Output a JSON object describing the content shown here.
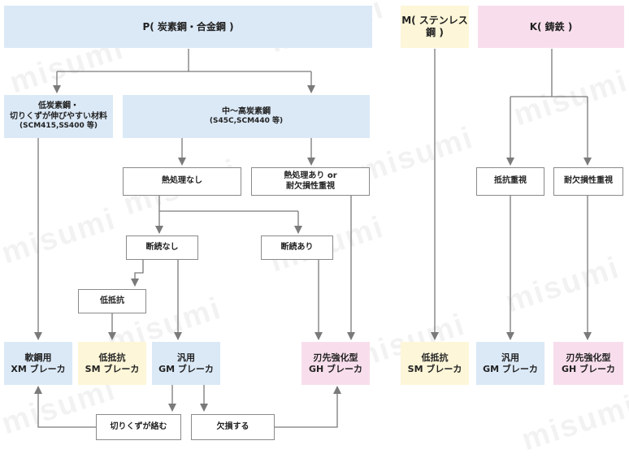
{
  "categories": {
    "p": "P( 炭素鋼・合金鋼 )",
    "m": "M( ステンレス鋼 )",
    "k": "K( 鋳鉄 )"
  },
  "p_branch": {
    "low_carbon": [
      "低炭素鋼・",
      "切りくずが伸びやすい材料",
      "(SCM415,SS400 等)"
    ],
    "mid_high_carbon": [
      "中～高炭素鋼",
      "(S45C,SCM440 等)"
    ],
    "no_heat": "熱処理なし",
    "heat_or_wear": [
      "熱処理あり or",
      "耐欠損性重視"
    ],
    "no_interrupt": "断続なし",
    "interrupt": "断続あり",
    "low_resistance": "低抵抗"
  },
  "k_branch": {
    "low_resist_priority": "抵抗重視",
    "wear_priority": "耐欠損性重視"
  },
  "results": {
    "xm": [
      "軟鋼用",
      "XM ブレーカ"
    ],
    "sm": [
      "低抵抗",
      "SM ブレーカ"
    ],
    "gm": [
      "汎用",
      "GM ブレーカ"
    ],
    "gh": [
      "刃先強化型",
      "GH ブレーカ"
    ],
    "m_sm": [
      "低抵抗",
      "SM ブレーカ"
    ],
    "k_gm": [
      "汎用",
      "GM ブレーカ"
    ],
    "k_gh": [
      "刃先強化型",
      "GH ブレーカ"
    ]
  },
  "feedback": {
    "chip_tangle": "切りくずが絡む",
    "chipping": "欠損する"
  },
  "watermark": "misumi",
  "colors": {
    "blue": "#dbe9f7",
    "yellow": "#fdf6d8",
    "pink": "#f8deec",
    "line": "#7a7a7a"
  }
}
